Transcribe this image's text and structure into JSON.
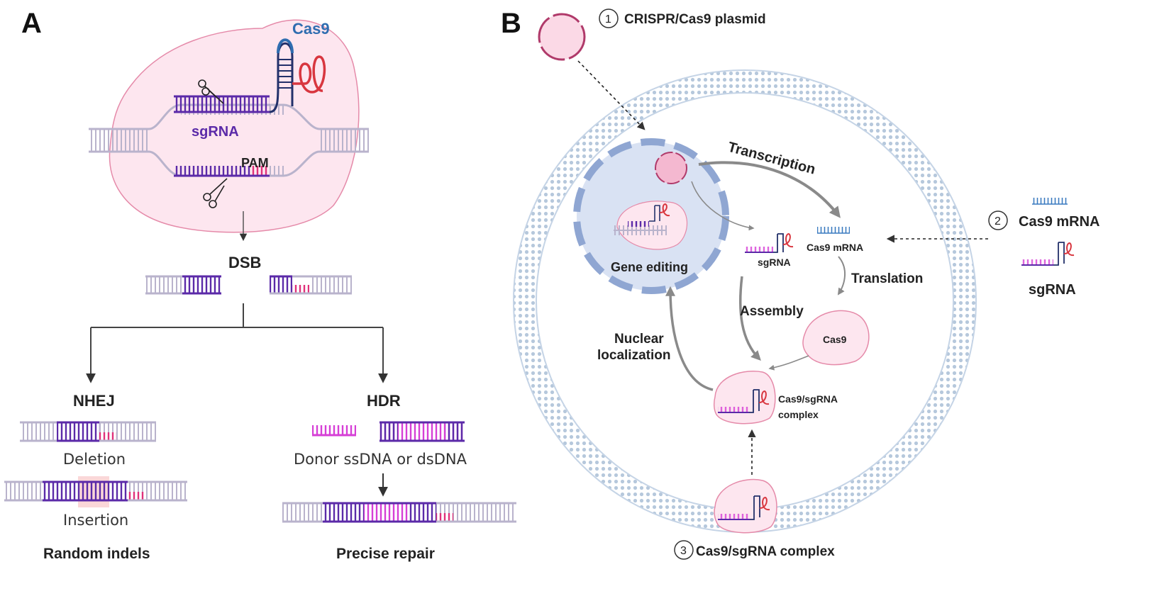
{
  "panels": {
    "a": "A",
    "b": "B"
  },
  "panel_a": {
    "cas9": "Cas9",
    "sgrna": "sgRNA",
    "pam": "PAM",
    "dsb": "DSB",
    "nhej": "NHEJ",
    "hdr": "HDR",
    "deletion": "Deletion",
    "insertion": "Insertion",
    "donor": "Donor ssDNA or dsDNA",
    "random_indels": "Random indels",
    "precise_repair": "Precise repair"
  },
  "panel_b": {
    "plasmid_num": "1",
    "plasmid": "CRISPR/Cas9 plasmid",
    "transcription": "Transcription",
    "gene_editing": "Gene editing",
    "sgrna_inner": "sgRNA",
    "cas9_mrna_inner": "Cas9 mRNA",
    "translation": "Translation",
    "assembly": "Assembly",
    "cas9_protein": "Cas9",
    "nuclear_1": "Nuclear",
    "nuclear_2": "localization",
    "complex_1": "Cas9/sgRNA",
    "complex_2": "complex",
    "mrna_num": "2",
    "cas9_mrna_outer": "Cas9 mRNA",
    "sgrna_outer": "sgRNA",
    "complex_num": "3",
    "complex_outer": "Cas9/sgRNA complex"
  },
  "colors": {
    "purple": "#5b2aa8",
    "magenta": "#d63fd6",
    "pink_fill": "#fde6ef",
    "pink_stroke": "#e58aa9",
    "gray_dna": "#b9b3cc",
    "cas9_blue": "#2f6db0",
    "red_loop": "#d8363f",
    "membrane": "#b8cbe0",
    "nucleus": "#c9d6ee"
  }
}
